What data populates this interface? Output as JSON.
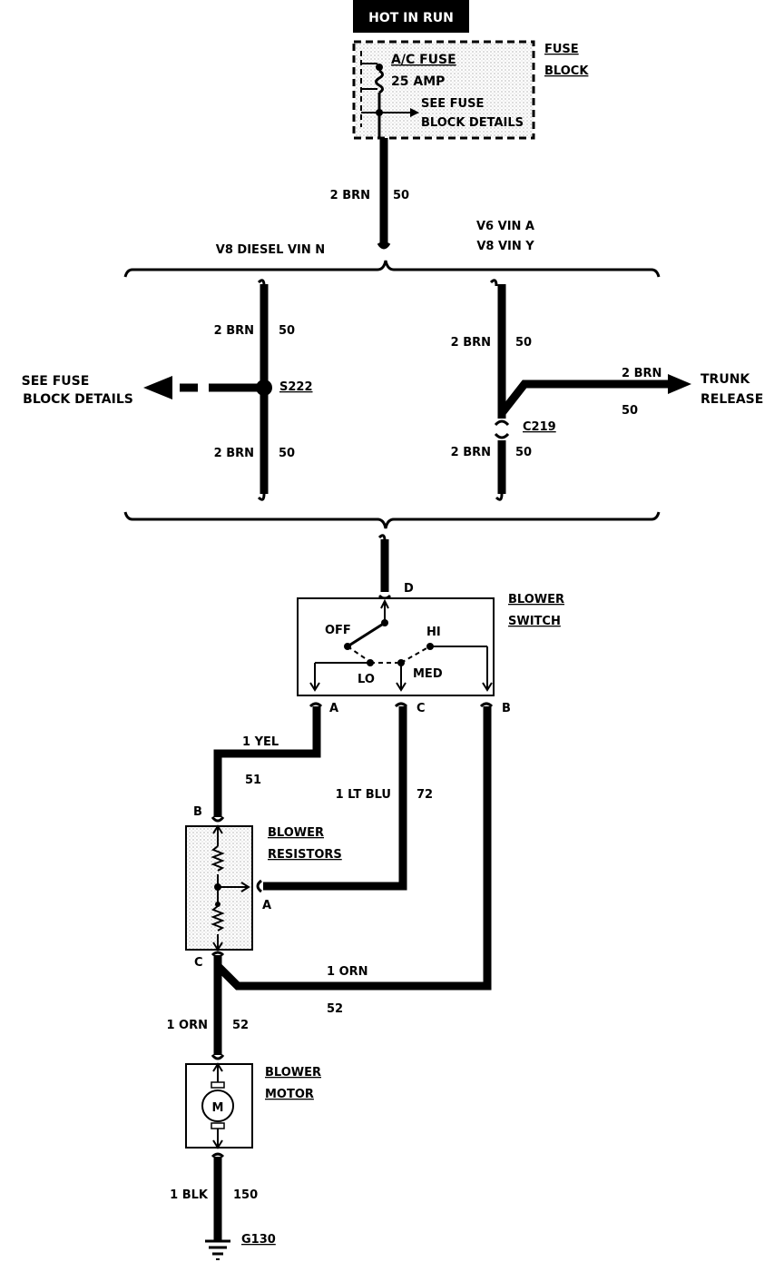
{
  "header": {
    "power_source": "HOT IN RUN"
  },
  "fuse_block": {
    "title_line1": "FUSE",
    "title_line2": "BLOCK",
    "fuse_name": "A/C FUSE",
    "fuse_rating": "25 AMP",
    "details_line1": "SEE FUSE",
    "details_line2": "BLOCK DETAILS"
  },
  "branches": {
    "left_title": "V8 DIESEL VIN N",
    "right_title_line1": "V6 VIN A",
    "right_title_line2": "V8 VIN Y"
  },
  "splice": {
    "id": "S222",
    "ref_line1": "SEE FUSE",
    "ref_line2": "BLOCK DETAILS"
  },
  "connector": {
    "id": "C219"
  },
  "trunk_release": {
    "line1": "TRUNK",
    "line2": "RELEASE"
  },
  "blower_switch": {
    "title_line1": "BLOWER",
    "title_line2": "SWITCH",
    "pos_off": "OFF",
    "pos_lo": "LO",
    "pos_med": "MED",
    "pos_hi": "HI",
    "pin_d": "D",
    "pin_a": "A",
    "pin_c": "C",
    "pin_b": "B"
  },
  "blower_resistors": {
    "title_line1": "BLOWER",
    "title_line2": "RESISTORS",
    "pin_b": "B",
    "pin_a": "A",
    "pin_c": "C"
  },
  "blower_motor": {
    "title_line1": "BLOWER",
    "title_line2": "MOTOR",
    "symbol": "M"
  },
  "ground": {
    "id": "G130"
  },
  "wires": {
    "main_feed": {
      "gauge_color": "2 BRN",
      "circuit": "50"
    },
    "left_upper": {
      "gauge_color": "2 BRN",
      "circuit": "50"
    },
    "left_lower": {
      "gauge_color": "2 BRN",
      "circuit": "50"
    },
    "right_upper": {
      "gauge_color": "2 BRN",
      "circuit": "50"
    },
    "right_lower": {
      "gauge_color": "2 BRN",
      "circuit": "50"
    },
    "trunk": {
      "gauge_color": "2 BRN",
      "circuit": "50"
    },
    "yel": {
      "gauge_color": "1 YEL",
      "circuit": "51"
    },
    "ltblu": {
      "gauge_color": "1 LT BLU",
      "circuit": "72"
    },
    "orn_horizontal": {
      "gauge_color": "1 ORN",
      "circuit": "52"
    },
    "orn_motor": {
      "gauge_color": "1 ORN",
      "circuit": "52"
    },
    "blk": {
      "gauge_color": "1 BLK",
      "circuit": "150"
    }
  }
}
